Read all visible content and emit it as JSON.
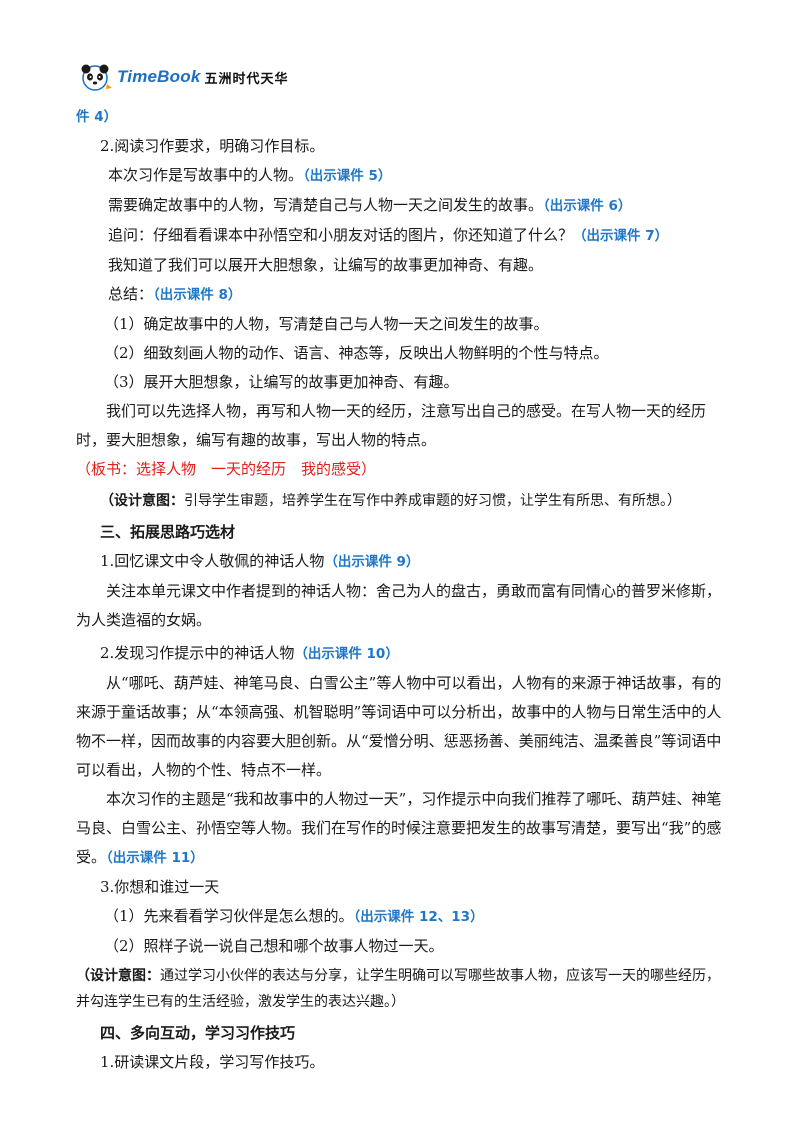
{
  "header": {
    "brand_en": "TimeBook",
    "brand_cn": "五洲时代天华",
    "logo_icon": "panda-logo-icon"
  },
  "lines": {
    "l1": "件 4）",
    "l2": "2.阅读习作要求，明确习作目标。",
    "l3a": "本次习作是写故事中的人物。",
    "l3b": "（出示课件 5）",
    "l4a": "需要确定故事中的人物，写清楚自己与人物一天之间发生的故事。",
    "l4b": "（出示课件 6）",
    "l5a": "追问：仔细看看课本中孙悟空和小朋友对话的图片，你还知道了什么？",
    "l5b": "（出示课件 7）",
    "l6": "我知道了我们可以展开大胆想象，让编写的故事更加神奇、有趣。",
    "l7a": "总结：",
    "l7b": "（出示课件 8）",
    "l8": "（1）确定故事中的人物，写清楚自己与人物一天之间发生的故事。",
    "l9": "（2）细致刻画人物的动作、语言、神态等，反映出人物鲜明的个性与特点。",
    "l10": "（3）展开大胆想象，让编写的故事更加神奇、有趣。",
    "l11a": "我们可以先选择人物，再写和人物一天的经历，注意写出自己的感受。在写人物一天的经历时，要大胆想象，编写有趣的故事，写出人物的特点。",
    "l11b": "（板书：选择人物　一天的经历　我的感受）",
    "d1a": "（设计意图：",
    "d1b": "引导学生审题，培养学生在写作中养成审题的好习惯，让学生有所思、有所想。）",
    "s3": "三、拓展思路巧选材",
    "s3_1a": "1.回忆课文中令人敬佩的神话人物",
    "s3_1b": "（出示课件 9）",
    "s3_1p": "关注本单元课文中作者提到的神话人物：舍己为人的盘古，勇敢而富有同情心的普罗米修斯，为人类造福的女娲。",
    "s3_2a": "2.发现习作提示中的神话人物",
    "s3_2b": "（出示课件 10）",
    "s3_2p": "从“哪吒、葫芦娃、神笔马良、白雪公主”等人物中可以看出，人物有的来源于神话故事，有的来源于童话故事；从“本领高强、机智聪明”等词语中可以分析出，故事中的人物与日常生活中的人物不一样，因而故事的内容要大胆创新。从“爱憎分明、惩恶扬善、美丽纯洁、温柔善良”等词语中可以看出，人物的个性、特点不一样。",
    "s3_2q": "本次习作的主题是“我和故事中的人物过一天”，习作提示中向我们推荐了哪吒、葫芦娃、神笔马良、白雪公主、孙悟空等人物。我们在写作的时候注意要把发生的故事写清楚，要写出“我”的感受。",
    "s3_2qb": "（出示课件 11）",
    "s3_3": "3.你想和谁过一天",
    "s3_3_1a": "（1）先来看看学习伙伴是怎么想的。",
    "s3_3_1b": "（出示课件 12、13）",
    "s3_3_2": "（2）照样子说一说自己想和哪个故事人物过一天。",
    "d2a": "（设计意图：",
    "d2b": "通过学习小伙伴的表达与分享，让学生明确可以写哪些故事人物，应该写一天的哪些经历，并勾连学生已有的生活经验，激发学生的表达兴趣。）",
    "s4": "四、多向互动，学习习作技巧",
    "s4_1": "1.研读课文片段，学习写作技巧。"
  },
  "colors": {
    "blue": "#1f77c8",
    "red": "#e0201b",
    "brand": "#1d6fc0"
  }
}
